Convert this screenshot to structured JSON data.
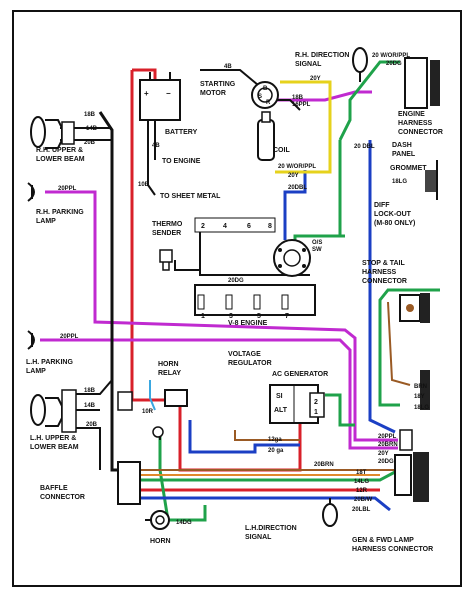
{
  "components": {
    "rh_upper_lower_beam": "R.H. UPPER &\nLOWER BEAM",
    "rh_parking_lamp": "R.H. PARKING\nLAMP",
    "lh_parking_lamp": "L.H. PARKING\nLAMP",
    "lh_upper_lower_beam": "L.H. UPPER &\nLOWER BEAM",
    "baffle_connector": "BAFFLE\nCONNECTOR",
    "starting_motor": "STARTING\nMOTOR",
    "battery": "BATTERY",
    "to_engine": "TO ENGINE",
    "to_sheet_metal": "TO SHEET METAL",
    "coil": "COIL",
    "thermo_sender": "THERMO\nSENDER",
    "os_sw": "O/S\nSW",
    "v8_engine": "V-8 ENGINE",
    "rh_direction_signal": "R.H. DIRECTION\nSIGNAL",
    "engine_harness_connector": "ENGINE\nHARNESS\nCONNECTOR",
    "dash_panel": "DASH\nPANEL",
    "grommet": "GROMMET",
    "diff_lockout": "DIFF\nLOCK-OUT\n(M-80 ONLY)",
    "stop_tail_connector": "STOP & TAIL\nHARNESS\nCONNECTOR",
    "voltage_regulator": "VOLTAGE\nREGULATOR",
    "ac_generator": "AC GENERATOR",
    "horn_relay": "HORN\nRELAY",
    "horn": "HORN",
    "lh_direction_signal": "L.H.DIRECTION\nSIGNAL",
    "gen_fwd_lamp_connector": "GEN & FWD LAMP\nHARNESS CONNECTOR"
  },
  "wire_labels": {
    "w_4b": "4B",
    "w_18b_top": "18B",
    "w_14b_top": "14B",
    "w_20b_top": "20B",
    "w_20ppl_rh": "20PPL",
    "w_4b_battery": "4B",
    "w_10b": "10B",
    "w_20y": "20Y",
    "w_20wor_ppl": "20 W/OR/PPL",
    "w_20dg": "20DG",
    "w_18b_motor": "18B",
    "w_16ppl": "16PPL",
    "w_20dbl": "20 DBL",
    "w_20wor_ppl_coil": "20 W/OR/PPL",
    "w_20dbl_coil": "20DBL",
    "w_20y_coil": "20Y",
    "w_18lg_grommet": "18LG",
    "w_20dg_engine": "20DG",
    "w_20ppl_lh": "20PPL",
    "w_18b_lh": "18B",
    "w_14b_lh": "14B",
    "w_20b_lh": "20B",
    "w_10r": "10R",
    "w_12ga": "12ga",
    "w_20ga": "20 ga",
    "w_20brn_center": "20BRN",
    "w_18t": "18T",
    "w_14lg": "14LG",
    "w_12r": "12R",
    "w_20bw": "20B/W",
    "w_20lbl": "20LBL",
    "w_14dg": "14DG",
    "w_20ppl_right": "20PPL",
    "w_20brn_right": "20BRN",
    "w_brn": "BRN",
    "w_18y": "18Y",
    "w_18lg_right": "18LG",
    "w_20y_right": "20Y",
    "w_20dg_right": "20DG"
  },
  "terminals": {
    "thermo_2": "2",
    "thermo_4": "4",
    "thermo_6": "6",
    "thermo_8": "8",
    "v8_1": "1",
    "v8_3": "3",
    "v8_5": "5",
    "v8_7": "7",
    "motor_b": "B",
    "motor_s": "S",
    "motor_r": "R",
    "alt_si": "SI",
    "alt_alt": "ALT",
    "alt_2": "2",
    "alt_1": "1"
  },
  "colors": {
    "red": "#d8202a",
    "purple": "#c02ad0",
    "green": "#1fa24a",
    "blue": "#1b3fc4",
    "yellow": "#e6d21c",
    "brown": "#9a5a24",
    "black": "#111111",
    "orange": "#e08a2c",
    "light_blue": "#3aa7e0"
  }
}
